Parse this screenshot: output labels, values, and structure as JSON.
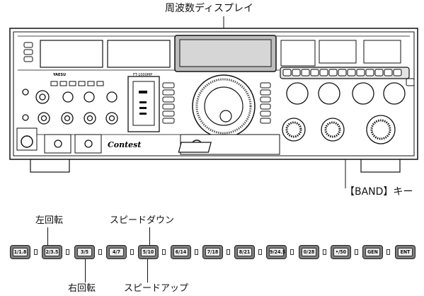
{
  "labels": {
    "display": "周波数ディスプレイ",
    "band_key": "【BAND】キー",
    "rotate_left": "左回転",
    "speed_down": "スピードダウン",
    "rotate_right": "右回転",
    "speed_up": "スピードアップ"
  },
  "radio": {
    "brand": "YAESU",
    "model": "FT-1000MP",
    "badge": "Contest"
  },
  "keypad": [
    {
      "label": "1/1.8"
    },
    {
      "label": "2/3.5"
    },
    {
      "label": "3/5"
    },
    {
      "label": "4/7"
    },
    {
      "label": "5/10"
    },
    {
      "label": "6/14"
    },
    {
      "label": "7/18"
    },
    {
      "label": "8/21"
    },
    {
      "label": "9/24.5"
    },
    {
      "label": "0/28"
    },
    {
      "label": "•/50"
    },
    {
      "label": "GEN"
    },
    {
      "label": "ENT"
    }
  ]
}
